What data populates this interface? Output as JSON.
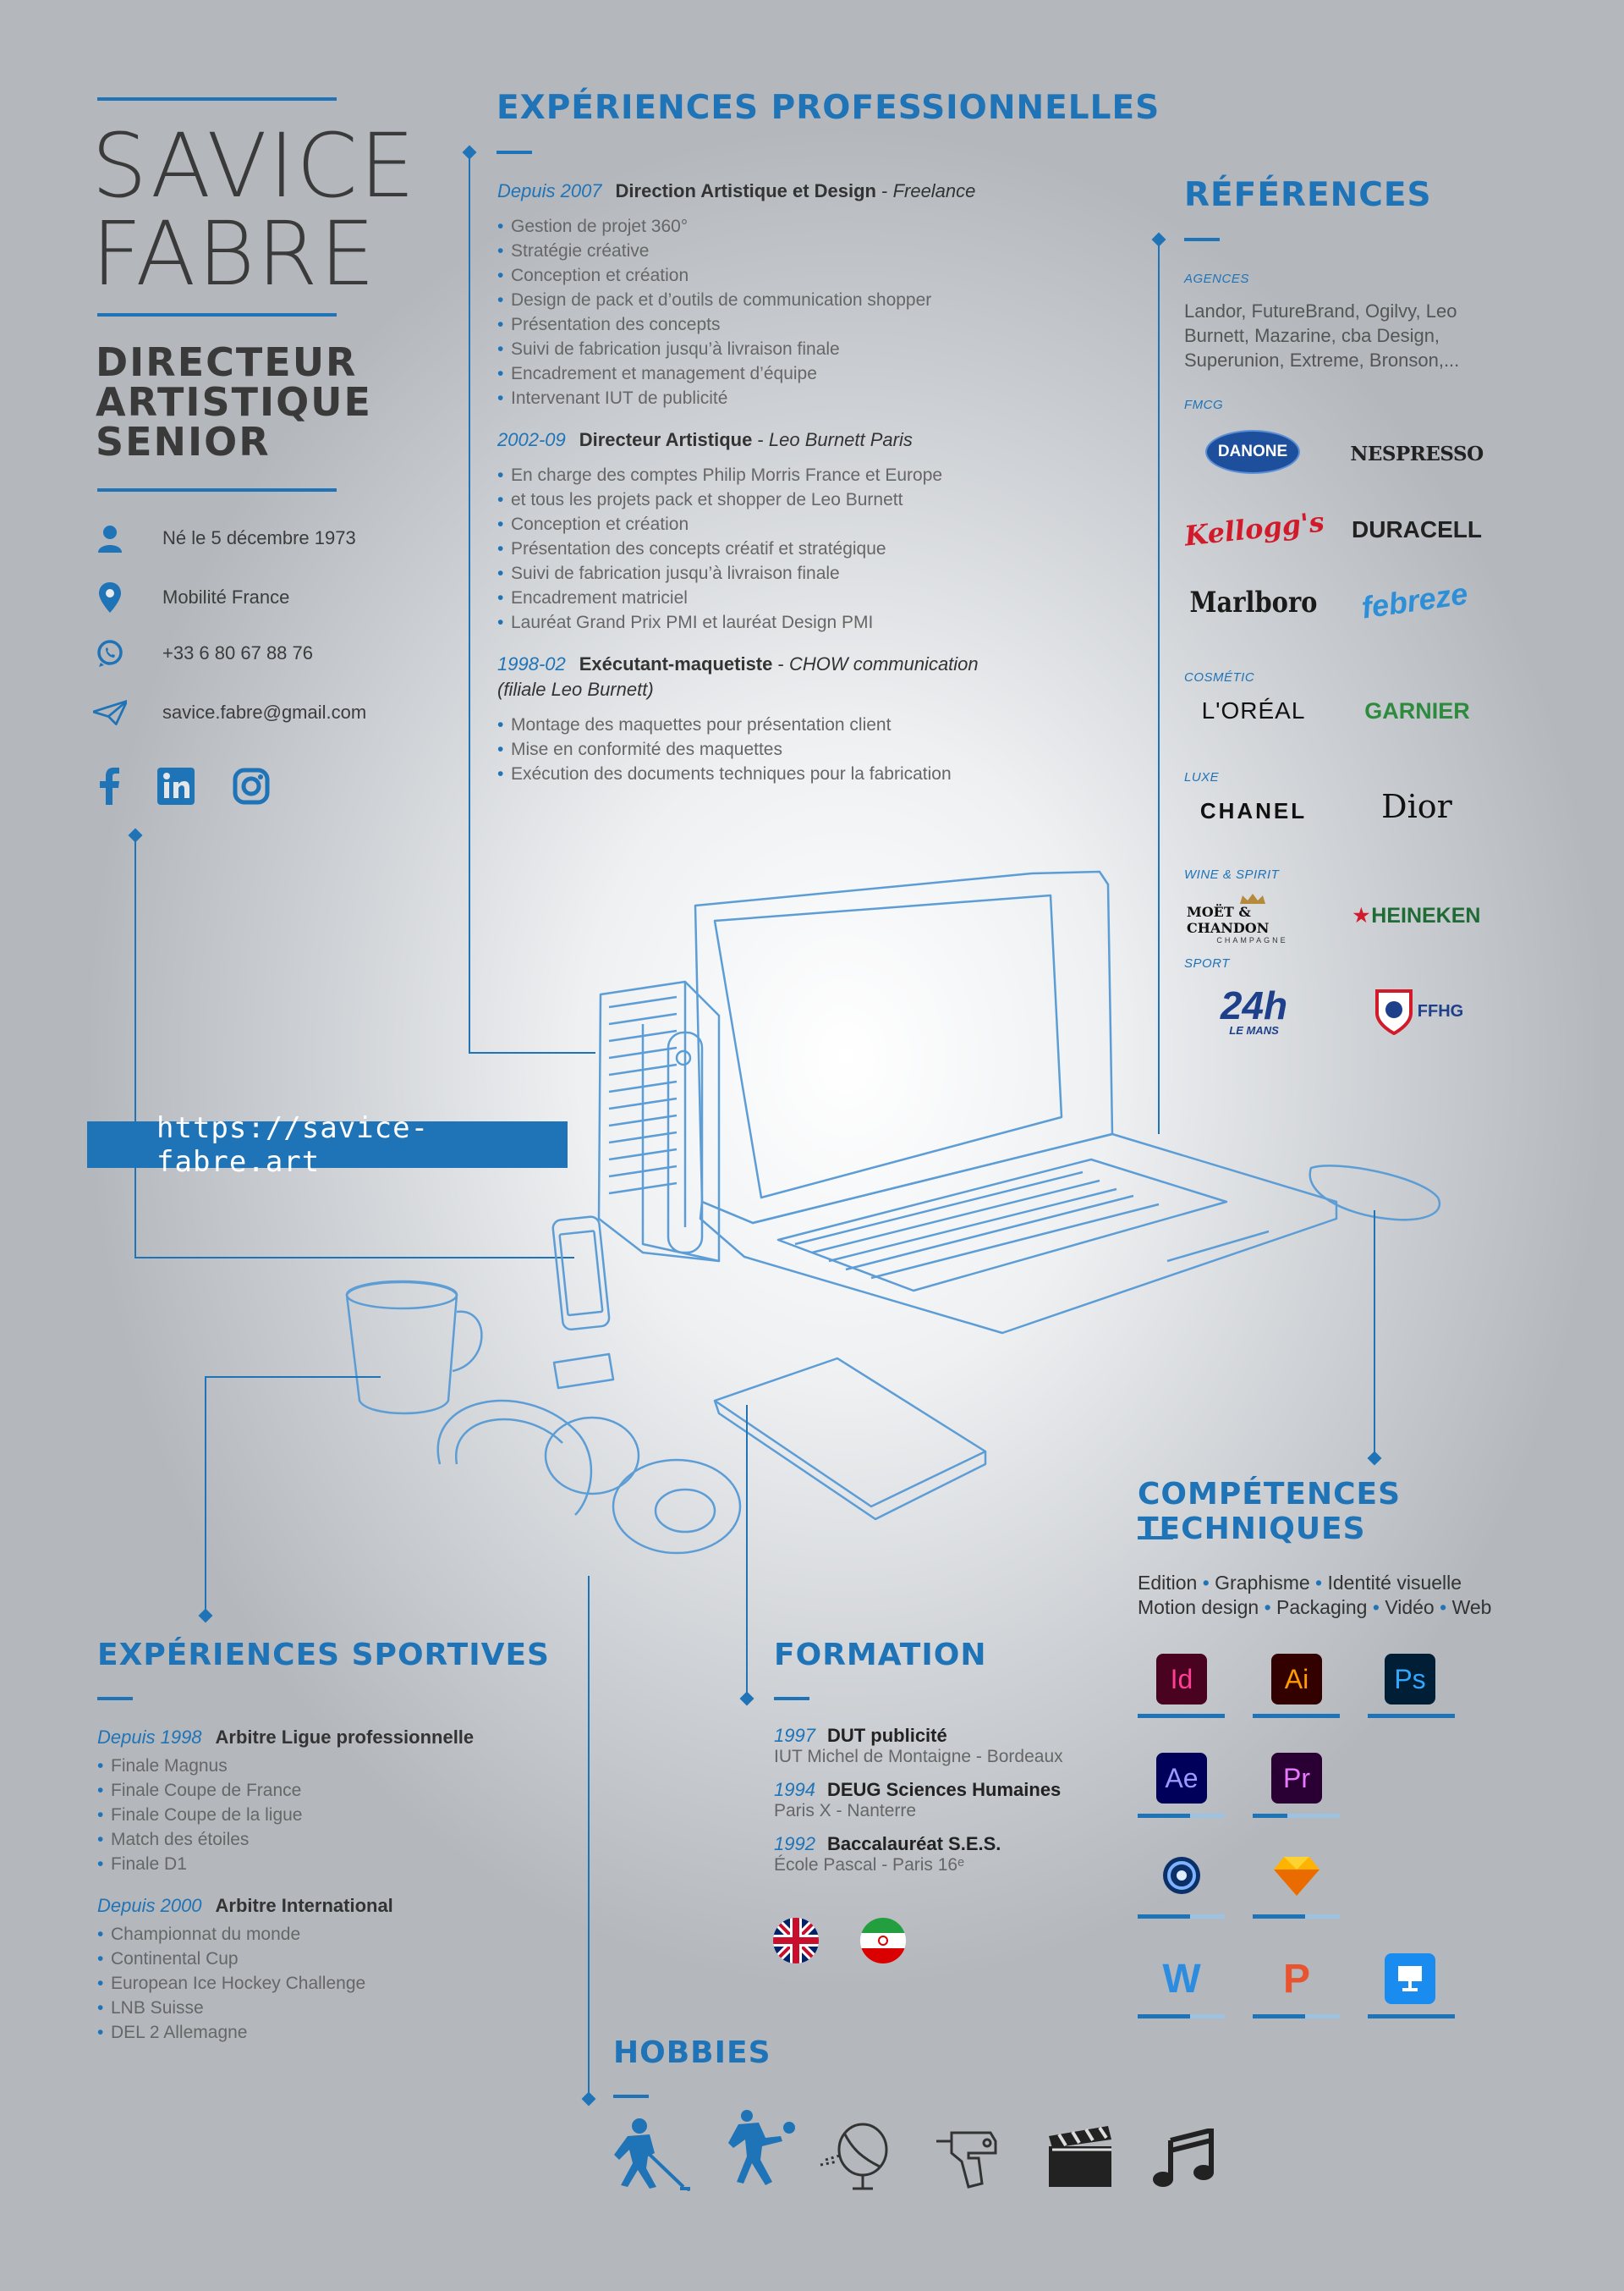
{
  "header": {
    "first_name": "SAVICE",
    "last_name": "FABRE",
    "title_line1": "DIRECTEUR",
    "title_line2": "ARTISTIQUE",
    "title_line3": "SENIOR"
  },
  "contact": {
    "birth": "Né le 5 décembre 1973",
    "mobility": "Mobilité France",
    "phone": "+33 6 80 67 88 76",
    "email": "savice.fabre@gmail.com",
    "socials": [
      "facebook-icon",
      "linkedin-icon",
      "instagram-icon"
    ]
  },
  "website": "https://savice-fabre.art",
  "experience": {
    "title": "EXPÉRIENCES PROFESSIONNELLES",
    "items": [
      {
        "years": "Depuis 2007",
        "role": "Direction Artistique et Design",
        "sep": " - ",
        "company": "Freelance",
        "bullets": [
          "Gestion de projet 360°",
          "Stratégie créative",
          "Conception et création",
          "Design de pack et d’outils de communication shopper",
          "Présentation des concepts",
          "Suivi de fabrication jusqu’à livraison finale",
          "Encadrement et management d’équipe",
          "Intervenant IUT de publicité"
        ]
      },
      {
        "years": "2002-09",
        "role": "Directeur Artistique",
        "sep": " - ",
        "company": "Leo Burnett Paris",
        "bullets": [
          "En charge des comptes Philip Morris France et Europe",
          "et tous les projets pack et shopper de Leo Burnett",
          "Conception et création",
          "Présentation des concepts créatif et stratégique",
          "Suivi de fabrication jusqu’à livraison finale",
          "Encadrement matriciel",
          "Lauréat Grand Prix PMI et lauréat Design PMI"
        ]
      },
      {
        "years": "1998-02",
        "role": "Exécutant-maquetiste",
        "sep": " - ",
        "company": "CHOW communication",
        "company2": "(filiale Leo Burnett)",
        "bullets": [
          "Montage des maquettes pour présentation client",
          "Mise en conformité des maquettes",
          "Exécution des documents techniques pour la fabrication"
        ]
      }
    ]
  },
  "references": {
    "title": "RÉFÉRENCES",
    "agencies_label": "AGENCES",
    "agencies_text": "Landor, FutureBrand, Ogilvy, Leo Burnett, Mazarine, cba Design, Superunion, Extreme, Bronson,...",
    "fmcg_label": "FMCG",
    "fmcg": [
      "DANONE",
      "NESPRESSO",
      "Kellogg's",
      "DURACELL",
      "Marlboro",
      "febreze"
    ],
    "cosmetic_label": "COSMÉTIC",
    "cosmetic": [
      "L'ORÉAL",
      "GARNIER"
    ],
    "luxe_label": "LUXE",
    "luxe": [
      "CHANEL",
      "Dior"
    ],
    "wine_label": "WINE & SPIRIT",
    "wine": [
      "MOËT & CHANDON",
      "CHAMPAGNE",
      "HEINEKEN"
    ],
    "sport_label": "SPORT",
    "sport": [
      "24h",
      "LE MANS",
      "FFHG"
    ]
  },
  "skills": {
    "title": "COMPÉTENCES TECHNIQUES",
    "line1": [
      "Edition",
      "Graphisme",
      "Identité visuelle"
    ],
    "line2": [
      "Motion design",
      "Packaging",
      "Vidéo",
      "Web"
    ],
    "tools": [
      {
        "label": "Id",
        "level": 1.0,
        "bg": "#49021f",
        "fg": "#ff3f94"
      },
      {
        "label": "Ai",
        "level": 1.0,
        "bg": "#330000",
        "fg": "#ff9a00"
      },
      {
        "label": "Ps",
        "level": 1.0,
        "bg": "#001e36",
        "fg": "#31a8ff"
      },
      {
        "label": "Ae",
        "level": 0.6,
        "bg": "#00005b",
        "fg": "#9999ff"
      },
      {
        "label": "Pr",
        "level": 0.4,
        "bg": "#2a0034",
        "fg": "#ea77ff"
      },
      {
        "label": "c4d",
        "level": 0.6,
        "bg": "",
        "fg": ""
      },
      {
        "label": "sketch",
        "level": 0.6,
        "bg": "",
        "fg": ""
      },
      {
        "label": "W",
        "level": 0.6,
        "bg": "",
        "fg": ""
      },
      {
        "label": "P",
        "level": 0.6,
        "bg": "",
        "fg": ""
      },
      {
        "label": "keynote",
        "level": 1.0,
        "bg": "",
        "fg": ""
      }
    ]
  },
  "sports": {
    "title": "EXPÉRIENCES SPORTIVES",
    "items": [
      {
        "years": "Depuis 1998",
        "role": "Arbitre Ligue professionnelle",
        "bullets": [
          "Finale Magnus",
          "Finale Coupe de France",
          "Finale Coupe de la ligue",
          "Match des étoiles",
          "Finale D1"
        ]
      },
      {
        "years": "Depuis 2000",
        "role": "Arbitre International",
        "bullets": [
          "Championnat du monde",
          "Continental Cup",
          "European Ice Hockey Challenge",
          "LNB Suisse",
          "DEL 2 Allemagne"
        ]
      }
    ]
  },
  "formation": {
    "title": "FORMATION",
    "items": [
      {
        "year": "1997",
        "degree": "DUT publicité",
        "school": "IUT Michel de Montaigne - Bordeaux"
      },
      {
        "year": "1994",
        "degree": "DEUG Sciences Humaines",
        "school": "Paris X - Nanterre"
      },
      {
        "year": "1992",
        "degree": "Baccalauréat S.E.S.",
        "school": "École Pascal - Paris 16ᵉ"
      }
    ],
    "languages": [
      "uk-flag-icon",
      "iran-flag-icon"
    ]
  },
  "hobbies": {
    "title": "HOBBIES",
    "icons": [
      "ice-hockey-icon",
      "volleyball-icon",
      "satellite-dish-icon",
      "drill-icon",
      "clapperboard-icon",
      "music-note-icon"
    ]
  },
  "colors": {
    "accent": "#1f73b7",
    "text": "#3c3c3c",
    "muted": "#666666"
  }
}
